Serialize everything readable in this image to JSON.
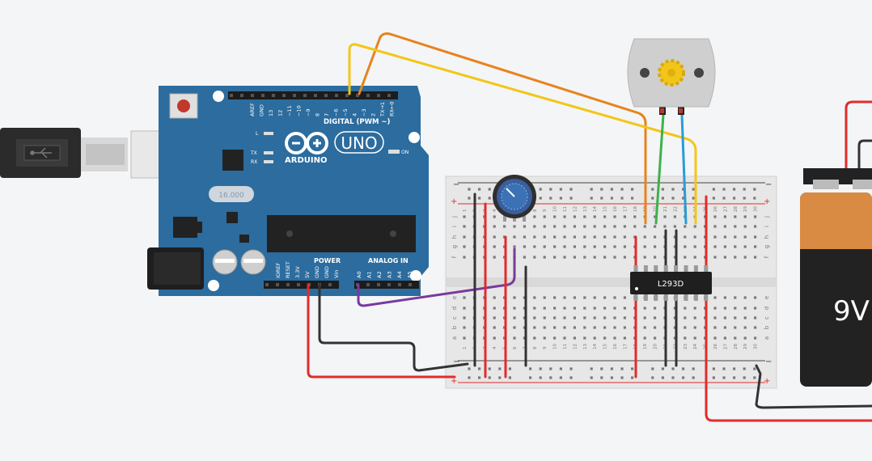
{
  "arduino": {
    "brand": "ARDUINO",
    "model": "UNO",
    "digital_label": "DIGITAL (PWM ~)",
    "power_label": "POWER",
    "analog_label": "ANALOG IN",
    "on_label": "ON",
    "tx_label": "TX",
    "rx_label": "RX",
    "l_label": "L",
    "crystal_label": "16.000",
    "digital_pins": [
      "AREF",
      "GND",
      "13",
      "12",
      "~11",
      "~10",
      "~9",
      "8",
      "7",
      "~6",
      "~5",
      "4",
      "~3",
      "2",
      "TX→1",
      "RX←0"
    ],
    "power_pins": [
      "IOREF",
      "RESET",
      "3.3V",
      "5V",
      "GND",
      "GND",
      "Vin"
    ],
    "analog_pins": [
      "A0",
      "A1",
      "A2",
      "A3",
      "A4",
      "A5"
    ]
  },
  "breadboard": {
    "row_letters_top": [
      "j",
      "i",
      "h",
      "g",
      "f"
    ],
    "row_letters_bottom": [
      "e",
      "d",
      "c",
      "b",
      "a"
    ],
    "columns": [
      "1",
      "2",
      "3",
      "4",
      "5",
      "6",
      "7",
      "8",
      "9",
      "10",
      "11",
      "12",
      "13",
      "14",
      "15",
      "16",
      "17",
      "18",
      "19",
      "20",
      "21",
      "22",
      "23",
      "24",
      "25",
      "26",
      "27",
      "28",
      "29",
      "30"
    ],
    "rail_minus": "−",
    "rail_plus": "+"
  },
  "chip": {
    "label": "L293D"
  },
  "battery": {
    "label": "9V"
  },
  "colors": {
    "background": "#f3f5f7",
    "arduino_board": "#2c6c9e",
    "wire_red": "#e32b2b",
    "wire_black": "#333333",
    "wire_orange": "#e8831c",
    "wire_yellow": "#f2c618",
    "wire_green": "#3db14a",
    "wire_blue": "#2a9bd6",
    "wire_purple": "#7a3a9c",
    "battery_orange": "#d98a43"
  }
}
